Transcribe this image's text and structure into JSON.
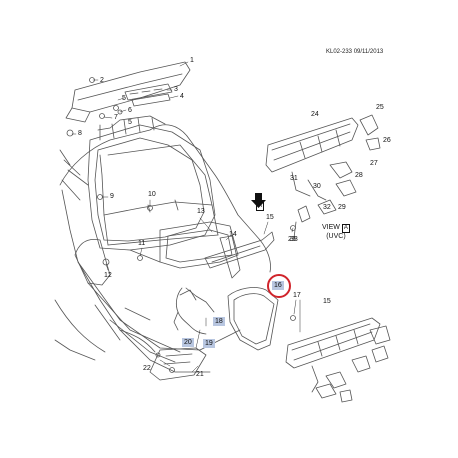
{
  "diagram": {
    "drawing_code": "KL02-233  09/11/2013",
    "highlight_color": "#d0242b",
    "callout_fill": "#b8c6e0",
    "view": {
      "title": "VIEW",
      "box_letter": "A",
      "subtitle": "(UVC)"
    },
    "arrow_letter": "A",
    "highlighted_callout": "16",
    "callouts_boxed": [
      "16",
      "18",
      "19",
      "20"
    ],
    "callouts": [
      "1",
      "2",
      "3",
      "4",
      "5",
      "5",
      "6",
      "7",
      "8",
      "9",
      "10",
      "11",
      "12",
      "13",
      "14",
      "15",
      "15",
      "17",
      "21",
      "22",
      "23",
      "24",
      "25",
      "26",
      "27",
      "28",
      "29",
      "30",
      "31",
      "32",
      "33"
    ]
  }
}
